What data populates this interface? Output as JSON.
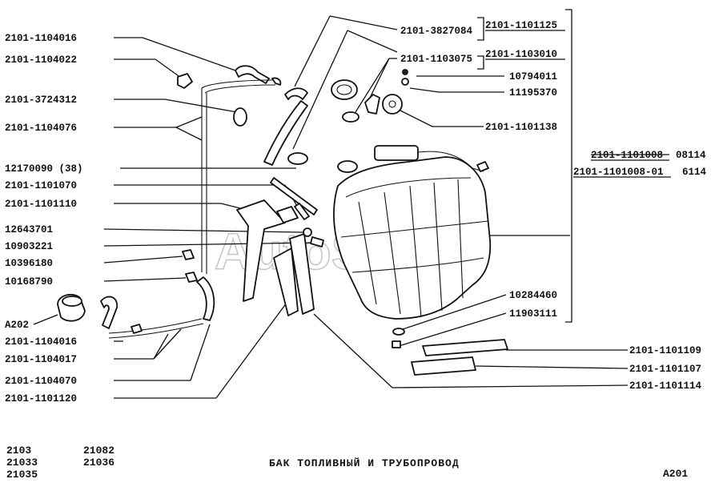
{
  "labels_left": [
    "2101-1104016",
    "2101-1104022",
    "2101-3724312",
    "2101-1104076",
    "12170090 (38)",
    "2101-1101070",
    "2101-1101110",
    "12643701",
    "10903221",
    "10396180",
    "10168790",
    "A202",
    "2101-1104016",
    "2101-1104017",
    "2101-1104070",
    "2101-1101120"
  ],
  "labels_right": [
    "2101-3827084",
    "2101-1101125",
    "2101-1103010",
    "2101-1103075",
    "10794011",
    "11195370",
    "2101-1101138",
    "10284460",
    "11903111",
    "2101-1101109",
    "2101-1101107",
    "2101-1101114"
  ],
  "tank_labels": {
    "main_strike": "2101-1101008",
    "main_code": "08114",
    "variant": "2101-1101008-01",
    "variant_code": "6114"
  },
  "models": [
    "2103",
    "21033",
    "21035",
    "21082",
    "21036"
  ],
  "title": "БАК ТОПЛИВНЫЙ И ТРУБОПРОВОД",
  "page_code": "A201",
  "watermark": "AutoSoft"
}
